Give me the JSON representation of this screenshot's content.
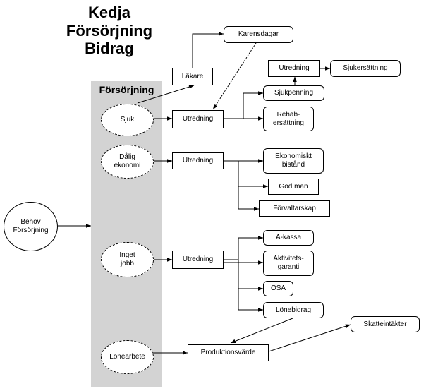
{
  "title": {
    "line1": "Kedja",
    "line2": "Försörjning",
    "line3": "Bidrag"
  },
  "band_label": "Försörjning",
  "nodes": {
    "behov": "Behov\nFörsörjning",
    "sjuk": "Sjuk",
    "dalig_ekonomi": "Dålig\nekonomi",
    "inget_jobb": "Inget\njobb",
    "lonearbete": "Lönearbete",
    "lakare": "Läkare",
    "karensdagar": "Karensdagar",
    "utredning_sjuk": "Utredning",
    "utredning_topp": "Utredning",
    "sjukersattning": "Sjukersättning",
    "sjukpenning": "Sjukpenning",
    "rehab": "Rehab-\nersättning",
    "utredning_ekonomi": "Utredning",
    "ekonomiskt_bistand": "Ekonomiskt\nbistånd",
    "god_man": "God man",
    "forvaltarskap": "Förvaltarskap",
    "utredning_jobb": "Utredning",
    "a_kassa": "A-kassa",
    "aktivitetsgaranti": "Aktivitets-\ngaranti",
    "osa": "OSA",
    "lonebidrag": "Lönebidrag",
    "produktionsvarde": "Produktionsvärde",
    "skatteintakter": "Skatteintäkter"
  }
}
